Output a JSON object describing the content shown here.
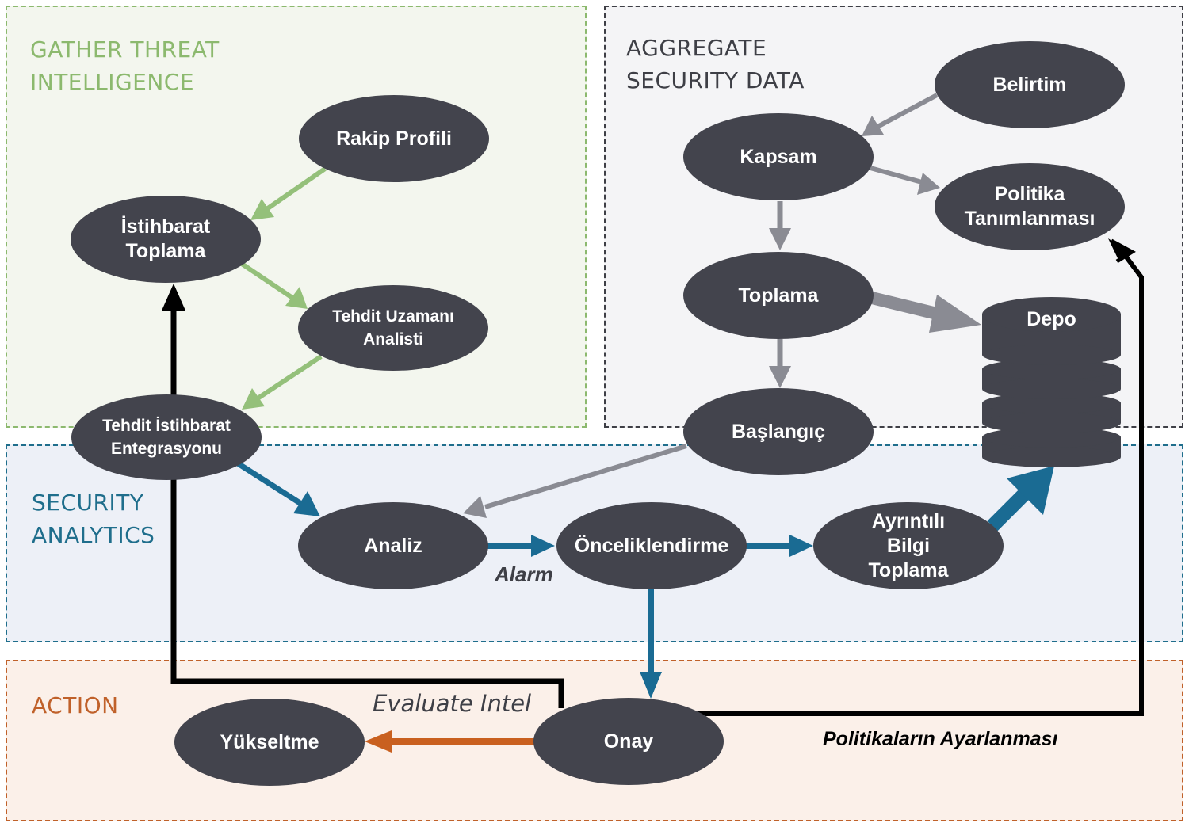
{
  "regions": {
    "gather": {
      "title": "GATHER THREAT\nINTELLIGENCE",
      "color": "#8cb96e",
      "fill": "#f3f6ee"
    },
    "aggregate": {
      "title": "AGGREGATE\nSECURITY DATA",
      "color": "#3e3f46",
      "fill": "#f4f4f6"
    },
    "analytics": {
      "title": "SECURITY\nANALYTICS",
      "color": "#1f6e8c",
      "fill": "#edf0f7"
    },
    "action": {
      "title": "ACTION",
      "color": "#c0612a",
      "fill": "#fbf0e9"
    }
  },
  "nodes": {
    "rakip_profili": "Rakip Profili",
    "istihbarat_toplama": "İstihbarat\nToplama",
    "tehdit_uzmani": "Tehdit Uzamanı\nAnalisti",
    "tehdit_entegrasyonu": "Tehdit İstihbarat\nEntegrasyonu",
    "belirtim": "Belirtim",
    "kapsam": "Kapsam",
    "politika": "Politika\nTanımlanması",
    "toplama": "Toplama",
    "depo": "Depo",
    "baslangic": "Başlangıç",
    "analiz": "Analiz",
    "onceliklendirme": "Önceliklendirme",
    "ayrintili": "Ayrıntılı\nBilgi\nToplama",
    "onay": "Onay",
    "yukseltme": "Yükseltme"
  },
  "edge_labels": {
    "alarm": "Alarm",
    "evaluate_intel": "Evaluate Intel",
    "politikalarin": "Politikaların Ayarlanması"
  },
  "colors": {
    "node": "#43444d",
    "green_arrow": "#94c07a",
    "gray_arrow": "#8a8b93",
    "blue_arrow": "#1a6b93",
    "orange_arrow": "#c9601f",
    "black_line": "#000000"
  }
}
